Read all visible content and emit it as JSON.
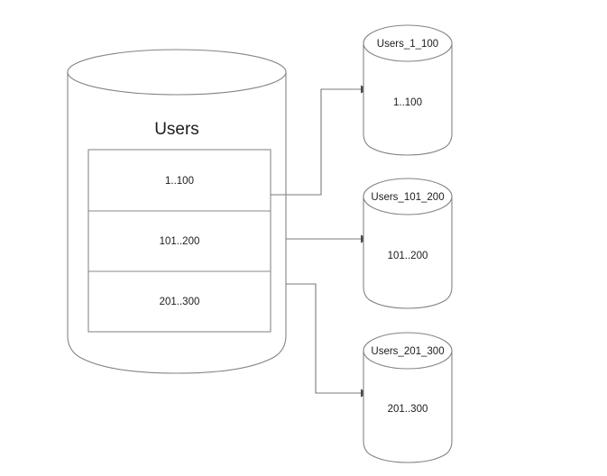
{
  "diagram": {
    "type": "database-sharding-diagram",
    "background_color": "#ffffff",
    "stroke_color": "#848484",
    "text_color": "#1c1c1c",
    "source": {
      "name": "users-source-database",
      "title": "Users",
      "partitions": [
        {
          "label": "1..100"
        },
        {
          "label": "101..200"
        },
        {
          "label": "201..300"
        }
      ]
    },
    "shards": [
      {
        "title": "Users_1_100",
        "body": "1..100"
      },
      {
        "title": "Users_101_200",
        "body": "101..200"
      },
      {
        "title": "Users_201_300",
        "body": "201..300"
      }
    ],
    "connectors": [
      {
        "from": "1..100",
        "to": "Users_1_100",
        "arrow": "right"
      },
      {
        "from": "101..200",
        "to": "Users_101_200",
        "arrow": "right"
      },
      {
        "from": "201..300",
        "to": "Users_201_300",
        "arrow": "right"
      }
    ]
  }
}
